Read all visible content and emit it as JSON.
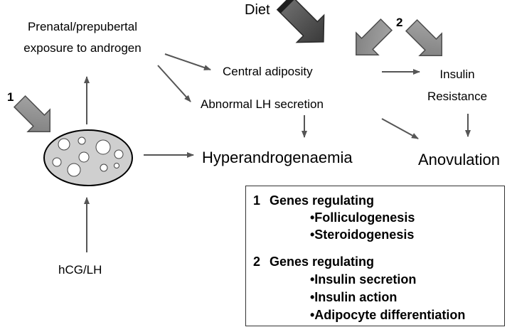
{
  "nodes": {
    "diet": "Diet",
    "exposure_line1": "Prenatal/prepubertal",
    "exposure_line2": "exposure to androgen",
    "central_adiposity": "Central adiposity",
    "insulin_resistance_line1": "Insulin",
    "insulin_resistance_line2": "Resistance",
    "abnormal_lh": "Abnormal LH secretion",
    "hyperandrogenaemia": "Hyperandrogenaemia",
    "anovulation": "Anovulation",
    "hcg_lh": "hCG/LH"
  },
  "markers": {
    "one": "1",
    "two": "2"
  },
  "legend": {
    "group1": {
      "number": "1",
      "title": "Genes regulating",
      "items": [
        "•Folliculogenesis",
        "•Steroidogenesis"
      ]
    },
    "group2": {
      "number": "2",
      "title": "Genes regulating",
      "items": [
        "•Insulin secretion",
        "•Insulin action",
        "•Adipocyte differentiation"
      ]
    }
  },
  "colors": {
    "arrow_line": "#555555",
    "block_arrow": "#8a8a8a",
    "block_arrow_dark": "#4d4d4d",
    "ovary_fill": "#cfcfcf"
  }
}
